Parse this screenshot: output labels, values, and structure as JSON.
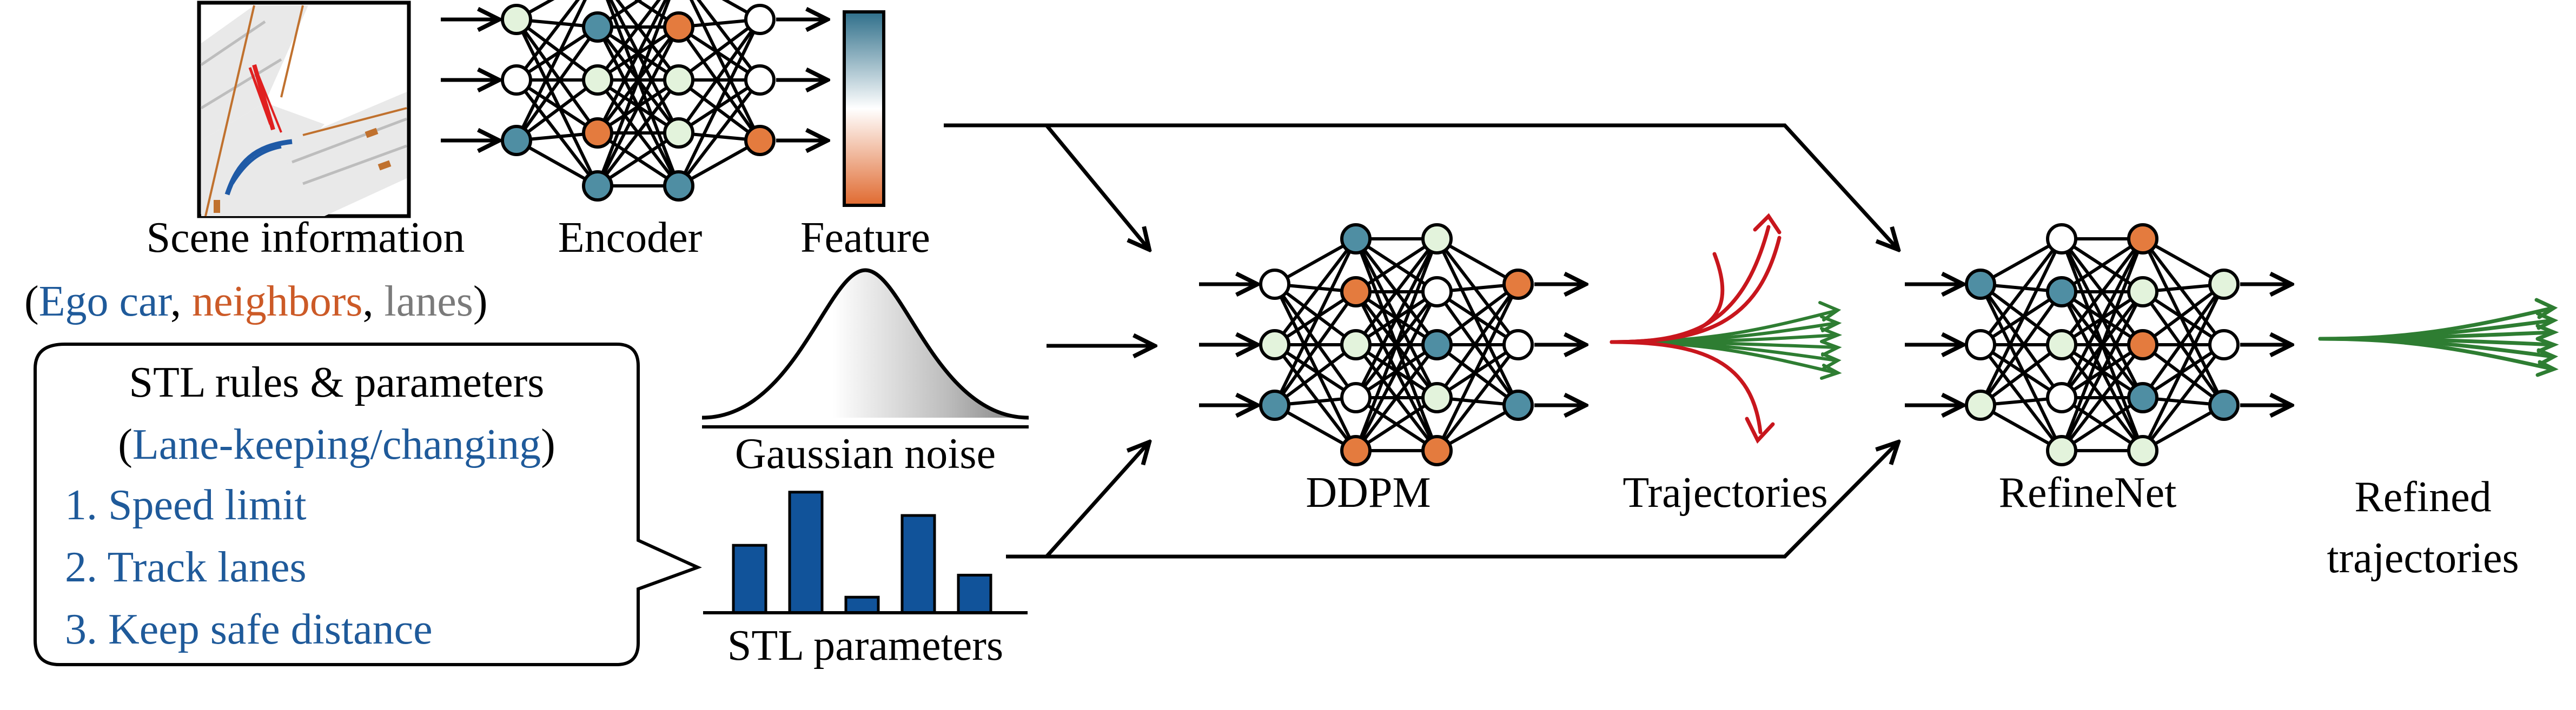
{
  "labels": {
    "scene": "Scene information",
    "encoder": "Encoder",
    "feature": "Feature",
    "gaussian": "Gaussian noise",
    "stl_params": "STL parameters",
    "ddpm": "DDPM",
    "trajectories": "Trajectories",
    "refinenet": "RefineNet",
    "refined_line1": "Refined",
    "refined_line2": "trajectories"
  },
  "scene_legend": {
    "open": "(",
    "ego": "Ego car",
    "sep1": ", ",
    "neighbors": "neighbors",
    "sep2": ", ",
    "lanes": "lanes",
    "close": ")"
  },
  "stl_box": {
    "title": "STL rules & parameters",
    "subtitle_open": "(",
    "subtitle": "Lane-keeping/changing",
    "subtitle_close": ")",
    "rules": [
      "1. Speed limit",
      "2. Track lanes",
      "3. Keep safe distance"
    ]
  },
  "stl_parameter_values": [
    0.52,
    0.93,
    0.12,
    0.75,
    0.29
  ],
  "colors": {
    "teal": "#4f8ea3",
    "orange": "#e47b3e",
    "light_green": "#e3f3dc",
    "text_blue": "#1f5a9a",
    "text_orange": "#cc5a27",
    "text_gray": "#7a7a7a",
    "bar_blue": "#11539a",
    "traj_red": "#c8161d",
    "traj_green": "#2e7d32"
  }
}
